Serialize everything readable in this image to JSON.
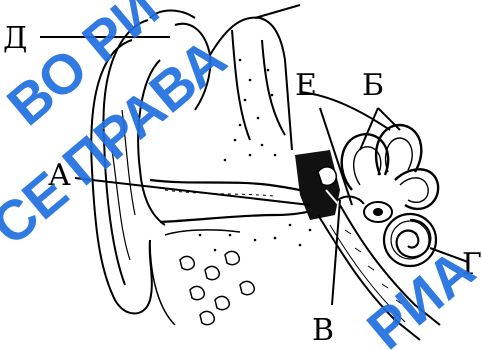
{
  "labels": {
    "d": "Д",
    "e": "Е",
    "b": "Б",
    "a": "А",
    "g": "Г",
    "v": "В"
  },
  "watermark": {
    "line1": "ВО РИ",
    "line2": "СЕ ПРАВА",
    "line3": "РИА",
    "color": "#1f6fe0"
  }
}
